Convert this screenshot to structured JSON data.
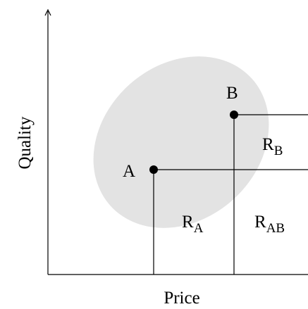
{
  "axes": {
    "x_label": "Price",
    "y_label": "Quality"
  },
  "points": {
    "a_label": "A",
    "b_label": "B"
  },
  "regions": {
    "ra": {
      "base": "R",
      "sub": "A"
    },
    "rb": {
      "base": "R",
      "sub": "B"
    },
    "rab": {
      "base": "R",
      "sub": "AB"
    }
  },
  "colors": {
    "ellipse_fill": "#e3e3e3",
    "line": "#000000"
  }
}
